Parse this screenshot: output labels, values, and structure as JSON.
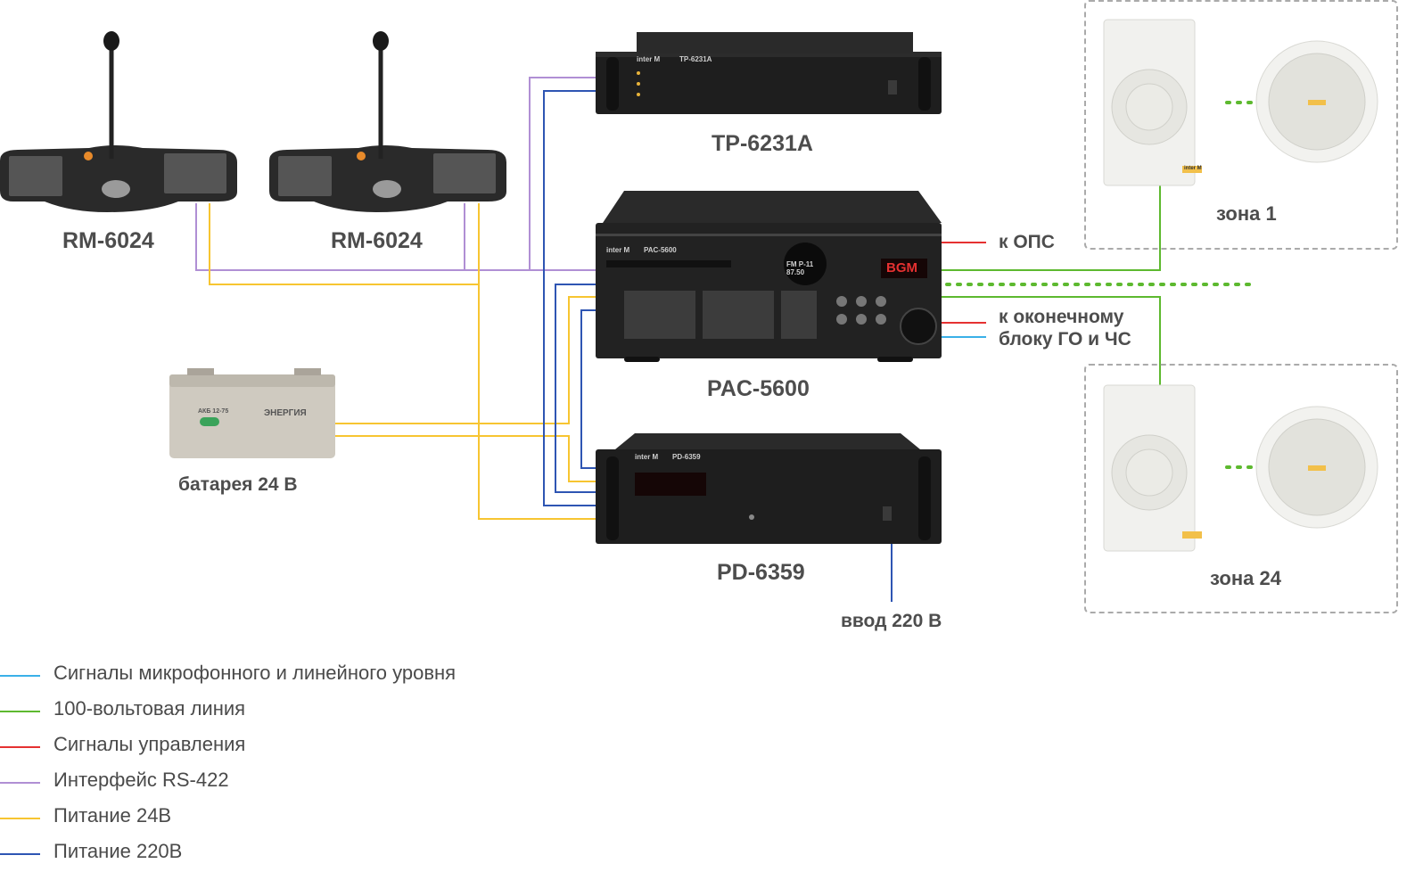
{
  "devices": {
    "rm1": "RM-6024",
    "rm2": "RM-6024",
    "tp": "TP-6231A",
    "pac": "PAC-5600",
    "pd": "PD-6359",
    "battery": "батарея 24 В"
  },
  "labels": {
    "ops": "к ОПС",
    "terminal_line1": "к оконечному",
    "terminal_line2": "блоку ГО и ЧС",
    "mains": "ввод 220 В",
    "zone1": "зона 1",
    "zone24": "зона 24"
  },
  "device_faces": {
    "tp_brand": "inter M",
    "tp_model": "TP-6231A",
    "pac_brand": "inter M",
    "pac_model": "PAC-5600",
    "pac_display": "BGM",
    "pac_lcd": "FM P-11 87.50",
    "pd_brand": "inter M",
    "pd_model": "PD-6359",
    "battery_brand": "ЭНЕРГИЯ",
    "battery_model": "АКБ 12-75",
    "speaker_brand": "inter M"
  },
  "legend": [
    {
      "label": "Сигналы микрофонного и линейного уровня",
      "color": "#3ab0e8"
    },
    {
      "label": "100-вольтовая линия",
      "color": "#5db92f"
    },
    {
      "label": "Сигналы управления",
      "color": "#e53131"
    },
    {
      "label": "Интерфейс RS-422",
      "color": "#b08fd4"
    },
    {
      "label": "Питание 24В",
      "color": "#f7c531"
    },
    {
      "label": "Питание 220В",
      "color": "#2e55b3"
    }
  ]
}
